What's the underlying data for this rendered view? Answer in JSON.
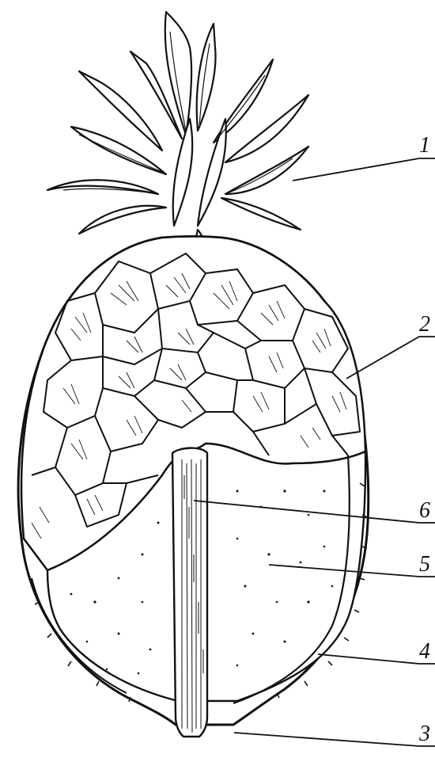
{
  "figure": {
    "subject": "pineapple",
    "colors": {
      "ink": "#111111",
      "paper": "#ffffff"
    },
    "callouts": [
      {
        "id": "c1",
        "number": "1"
      },
      {
        "id": "c2",
        "number": "2"
      },
      {
        "id": "c6",
        "number": "6"
      },
      {
        "id": "c5",
        "number": "5"
      },
      {
        "id": "c4",
        "number": "4"
      },
      {
        "id": "c3",
        "number": "3"
      }
    ]
  }
}
